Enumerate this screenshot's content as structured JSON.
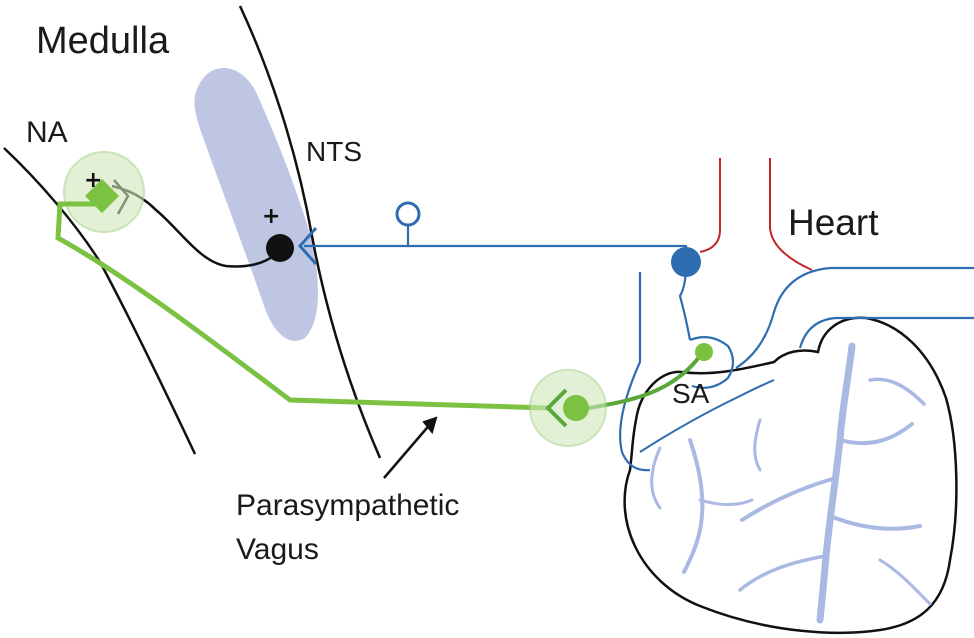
{
  "labels": {
    "medulla": "Medulla",
    "na": "NA",
    "nts": "NTS",
    "heart": "Heart",
    "sa": "SA",
    "vagus_line1": "Parasympathetic",
    "vagus_line2": "Vagus"
  },
  "markers": {
    "excitatory": "+"
  },
  "colors": {
    "brainstem_outline": "#111111",
    "nts_region": "#aab3d9",
    "afferent_pathway": "#2e6db0",
    "vagal_efferent": "#7cc242",
    "vagal_efferent_dark": "#5aa83a",
    "heart_outline": "#111111",
    "coronary_vessels": "#a9b9e3",
    "great_vessel_red": "#c0282a"
  },
  "icons": {
    "na_neuron": "diamond-cell-icon",
    "nts_neuron": "filled-circle-cell-icon",
    "baroreceptor_ganglion": "open-circle-icon",
    "baroreceptor": "filled-circle-icon",
    "ganglion": "ganglion-cell-icon",
    "arrow": "arrow-icon"
  }
}
